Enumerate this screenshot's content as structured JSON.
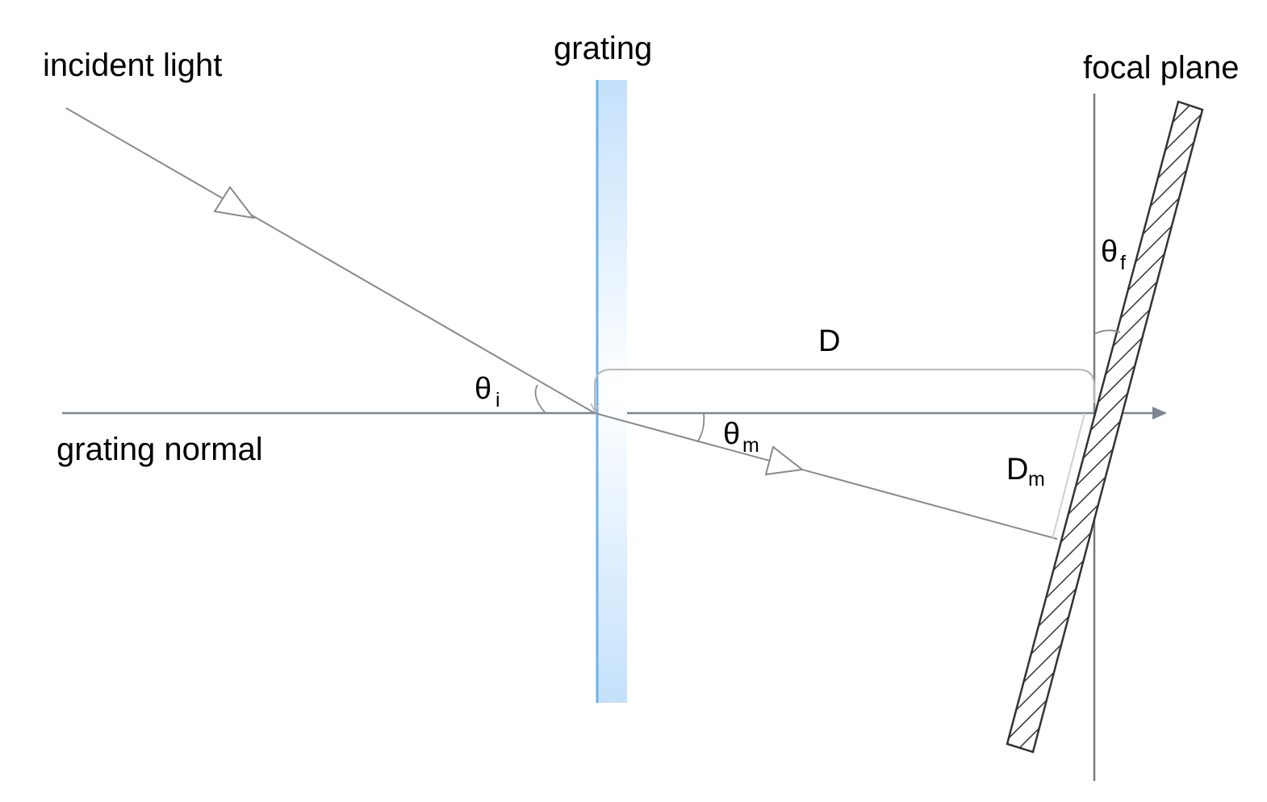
{
  "labels": {
    "incident_light": "incident light",
    "grating": "grating",
    "focal_plane": "focal plane",
    "grating_normal": "grating normal",
    "distance": "D",
    "theta": "θ",
    "theta_i_sub": "i",
    "theta_m_sub": "m",
    "theta_f_sub": "f",
    "d_m": "D",
    "d_m_sub": "m"
  },
  "colors": {
    "ray": "#8a8a8a",
    "normal_axis": "#7d8590",
    "grating_edge": "#6fb2e6",
    "grating_fill": "#c9e4fb",
    "detector_hatch": "#333333",
    "bracket": "#b8b8b8"
  }
}
